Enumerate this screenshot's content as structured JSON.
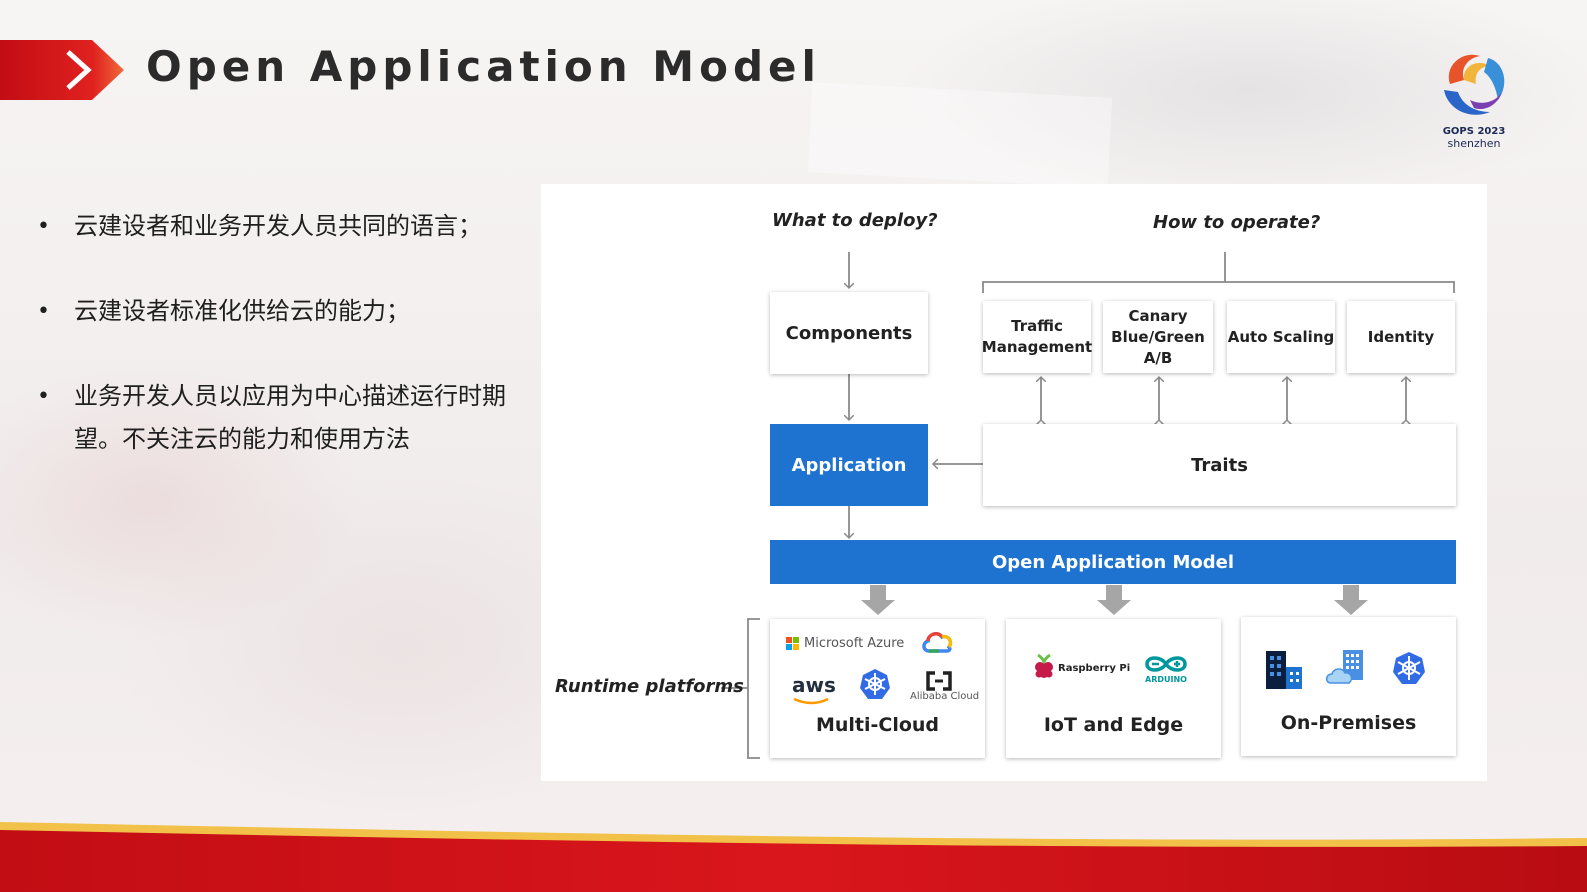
{
  "title": "Open Application Model",
  "logo": {
    "line1": "GOPS 2023",
    "line2": "shenzhen"
  },
  "bullets": [
    "云建设者和业务开发人员共同的语言；",
    "云建设者标准化供给云的能力；",
    "业务开发人员以应用为中心描述运行时期望。不关注云的能力和使用方法"
  ],
  "diagram": {
    "question_deploy": "What to deploy?",
    "question_operate": "How to operate?",
    "components": "Components",
    "traits_items": [
      "Traffic Management",
      "Canary Blue/Green A/B",
      "Auto Scaling",
      "Identity"
    ],
    "application": "Application",
    "traits": "Traits",
    "oam_bar": "Open Application Model",
    "runtime_label": "Runtime platforms",
    "platforms": [
      {
        "name": "Multi-Cloud",
        "logos": [
          "Microsoft Azure",
          "aws",
          "Alibaba Cloud"
        ]
      },
      {
        "name": "IoT and Edge",
        "logos": [
          "Raspberry Pi",
          "ARDUINO"
        ]
      },
      {
        "name": "On-Premises",
        "logos": []
      }
    ]
  },
  "colors": {
    "accent_blue": "#1e73d1",
    "brand_red": "#c8121b",
    "gold": "#f1c14a"
  }
}
